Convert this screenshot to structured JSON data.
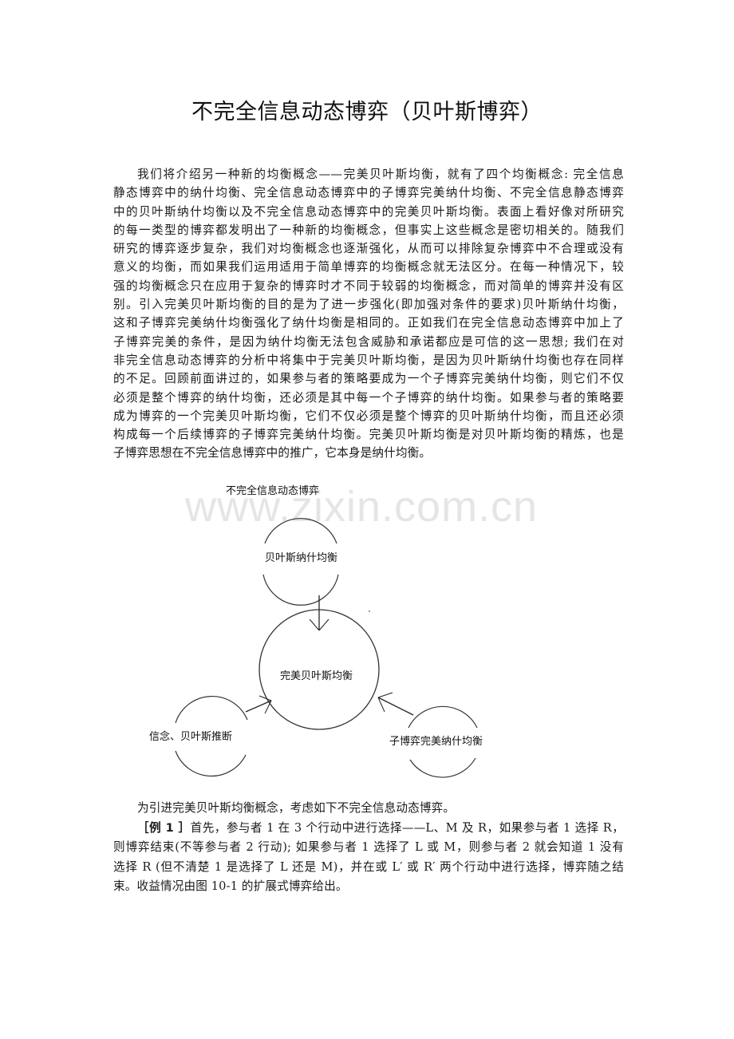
{
  "document": {
    "title": "不完全信息动态博弈（贝叶斯博弈）",
    "paragraph1_lines": [
      "我们将介绍另一种新的均衡概念——完美贝叶斯均衡，就有了四个均衡概念: 完全信息",
      "静态博弈中的纳什均衡、完全信息动态博弈中的子博弈完美纳什均衡、不完全信息静态博弈",
      "中的贝叶斯纳什均衡以及不完全信息动态博弈中的完美贝叶斯均衡。表面上看好像对所研究",
      "的每一类型的博弈都发明出了一种新的均衡概念，但事实上这些概念是密切相关的。随我们",
      "研究的博弈逐步复杂，我们对均衡概念也逐渐强化，从而可以排除复杂博弈中不合理或没有",
      "意义的均衡，而如果我们运用适用于简单博弈的均衡概念就无法区分。在每一种情况下，较",
      "强的均衡概念只在应用于复杂的博弈时才不同于较弱的均衡概念，而对简单的博弈并没有区",
      "别。引入完美贝叶斯均衡的目的是为了进一步强化(即加强对条件的要求)贝叶斯纳什均衡，",
      "这和子博弈完美纳什均衡强化了纳什均衡是相同的。正如我们在完全信息动态博弈中加上了",
      "子博弈完美的条件，是因为纳什均衡无法包含威胁和承诺都应是可信的这一思想; 我们在对",
      "非完全信息动态博弈的分析中将集中于完美贝叶斯均衡，是因为贝叶斯纳什均衡也存在同样",
      "的不足。回顾前面讲过的，如果参与者的策略要成为一个子博弈完美纳什均衡，则它们不仅",
      "必须是整个博弈的纳什均衡，还必须是其中每一个子博弈的纳什均衡。如果参与者的策略要",
      "成为博弈的一个完美贝叶斯均衡，它们不仅必须是整个博弈的贝叶斯纳什均衡，而且还必须",
      "构成每一个后续博弈的子博弈完美纳什均衡。完美贝叶斯均衡是对贝叶斯均衡的精炼，也是",
      "子博弈思想在不完全信息博弈中的推广，它本身是纳什均衡。"
    ],
    "paragraph2": "为引进完美贝叶斯均衡概念，考虑如下不完全信息动态博弈。",
    "example": {
      "label": "［例 1 ］",
      "line1": "首先，参与者 1 在 3 个行动中进行选择——L、M 及 R，如果参与者 1 选择 R，",
      "line2": "则博弈结束(不等参与者 2 行动); 如果参与者 1 选择了 L 或 M，则参与者 2 就会知道 1 没有",
      "line3": "选择 R (但不清楚 1 是选择了 L 还是 M)，并在或 L′ 或 R′ 两个行动中进行选择，博弈随之结",
      "line4": "束。收益情况由图 10-1 的扩展式博弈给出。"
    }
  },
  "diagram": {
    "caption": "不完全信息动态博弈",
    "nodes": {
      "top": "贝叶斯纳什均衡",
      "center": "完美贝叶斯均衡",
      "left": "信念、贝叶斯推断",
      "right": "子博弈完美纳什均衡"
    },
    "edges": [
      {
        "from": "贝叶斯纳什均衡",
        "to": "完美贝叶斯均衡"
      },
      {
        "from": "信念、贝叶斯推断",
        "to": "完美贝叶斯均衡"
      },
      {
        "from": "子博弈完美纳什均衡",
        "to": "完美贝叶斯均衡"
      }
    ]
  },
  "watermark": "www.zixin.com.cn"
}
